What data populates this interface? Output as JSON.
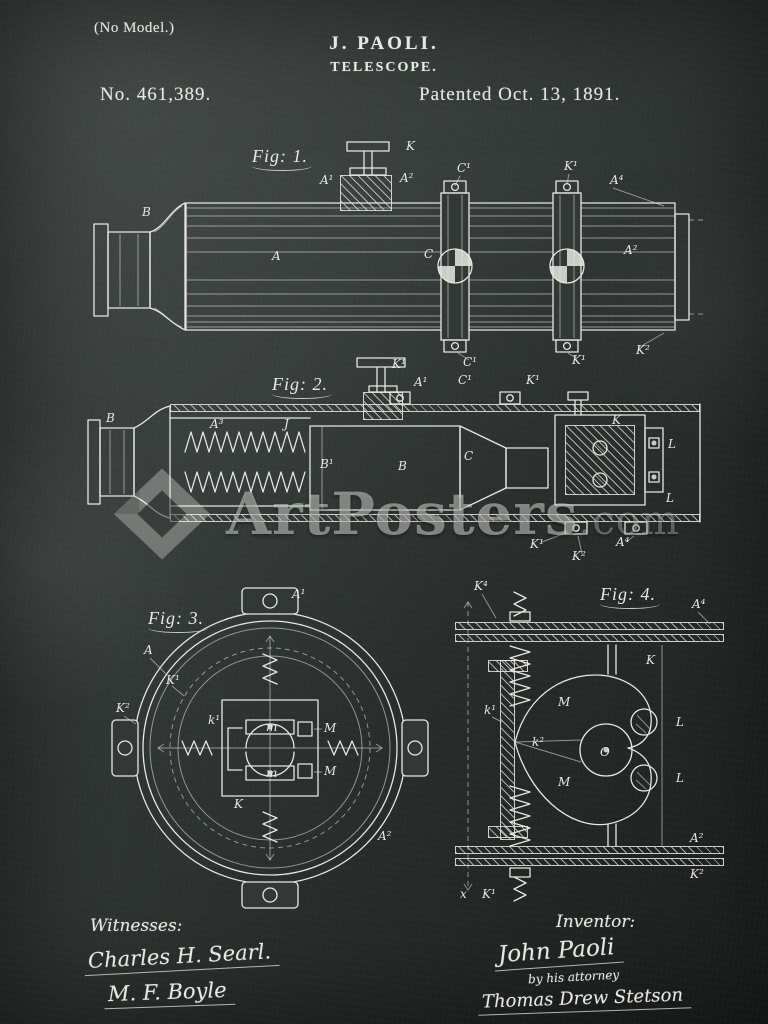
{
  "header": {
    "no_model": "(No Model.)",
    "inventor_name": "J. PAOLI.",
    "invention_title": "TELESCOPE.",
    "patent_number": "No. 461,389.",
    "patent_date": "Patented Oct. 13, 1891."
  },
  "figures": {
    "fig1": {
      "label": "Fig: 1.",
      "parts": [
        "K",
        "A¹",
        "A²",
        "B",
        "A",
        "C",
        "C¹",
        "K¹",
        "A⁴",
        "A²",
        "C¹",
        "K¹",
        "K²"
      ]
    },
    "fig2": {
      "label": "Fig: 2.",
      "parts": [
        "K¹",
        "A¹",
        "C¹",
        "K¹",
        "B",
        "A³",
        "J",
        "B¹",
        "B",
        "C",
        "K",
        "L",
        "L",
        "K¹",
        "K²",
        "A⁴"
      ]
    },
    "fig3": {
      "label": "Fig: 3.",
      "parts": [
        "A¹",
        "A",
        "K¹",
        "K²",
        "k¹",
        "m",
        "m",
        "M",
        "M",
        "K",
        "A²"
      ]
    },
    "fig4": {
      "label": "Fig: 4.",
      "parts": [
        "K⁴",
        "A⁴",
        "K",
        "k¹",
        "k²",
        "M",
        "M",
        "O",
        "L",
        "L",
        "A²",
        "K²",
        "x",
        "K¹"
      ]
    }
  },
  "watermark": {
    "text": "ArtPosters",
    "suffix": ".com"
  },
  "footer": {
    "witnesses_label": "Witnesses:",
    "witnesses": [
      "Charles H. Searl.",
      "M. F. Boyle"
    ],
    "inventor_label": "Inventor:",
    "inventor_signature": "John Paoli",
    "attorney_note": "by his attorney",
    "attorney_signature": "Thomas Drew Stetson"
  },
  "colors": {
    "board": "#303634",
    "chalk": "#e8e7e1",
    "watermark": "#cfcfc8"
  }
}
